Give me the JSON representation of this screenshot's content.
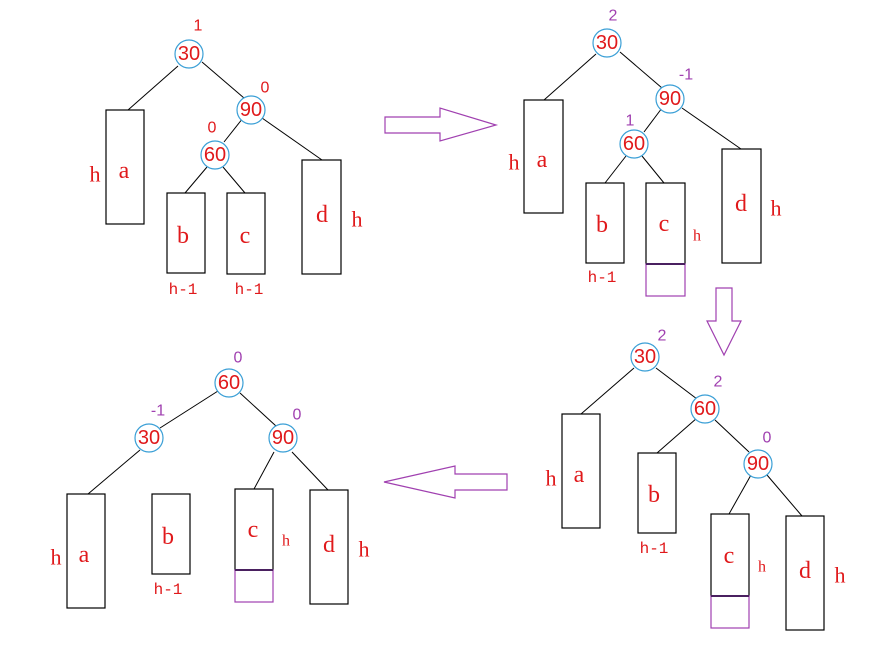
{
  "colors": {
    "key": "#e0191b",
    "bf_initial": "#e0191b",
    "bf_changed": "#a040b0",
    "circle_stroke": "#3a9fd6",
    "edge": "#000000",
    "arrow_stroke": "#a040b0",
    "extension_stroke": "#a040b0"
  },
  "panels": [
    {
      "nodes": [
        {
          "key": "30",
          "bf": "1"
        },
        {
          "key": "90",
          "bf": "0"
        },
        {
          "key": "60",
          "bf": "0"
        }
      ],
      "subtrees": [
        {
          "letter": "a",
          "height": "h"
        },
        {
          "letter": "b",
          "height": "h-1"
        },
        {
          "letter": "c",
          "height": "h-1"
        },
        {
          "letter": "d",
          "height": "h"
        }
      ]
    },
    {
      "nodes": [
        {
          "key": "30",
          "bf": "2"
        },
        {
          "key": "90",
          "bf": "-1"
        },
        {
          "key": "60",
          "bf": "1"
        }
      ],
      "subtrees": [
        {
          "letter": "a",
          "height": "h"
        },
        {
          "letter": "b",
          "height": "h-1"
        },
        {
          "letter": "c",
          "height": "h"
        },
        {
          "letter": "d",
          "height": "h"
        }
      ]
    },
    {
      "nodes": [
        {
          "key": "30",
          "bf": "2"
        },
        {
          "key": "60",
          "bf": "2"
        },
        {
          "key": "90",
          "bf": "0"
        }
      ],
      "subtrees": [
        {
          "letter": "a",
          "height": "h"
        },
        {
          "letter": "b",
          "height": "h-1"
        },
        {
          "letter": "c",
          "height": "h"
        },
        {
          "letter": "d",
          "height": "h"
        }
      ]
    },
    {
      "nodes": [
        {
          "key": "60",
          "bf": "0"
        },
        {
          "key": "30",
          "bf": "-1"
        },
        {
          "key": "90",
          "bf": "0"
        }
      ],
      "subtrees": [
        {
          "letter": "a",
          "height": "h"
        },
        {
          "letter": "b",
          "height": "h-1"
        },
        {
          "letter": "c",
          "height": "h"
        },
        {
          "letter": "d",
          "height": "h"
        }
      ]
    }
  ],
  "arrows": [
    {
      "direction": "right"
    },
    {
      "direction": "down"
    },
    {
      "direction": "left"
    }
  ]
}
